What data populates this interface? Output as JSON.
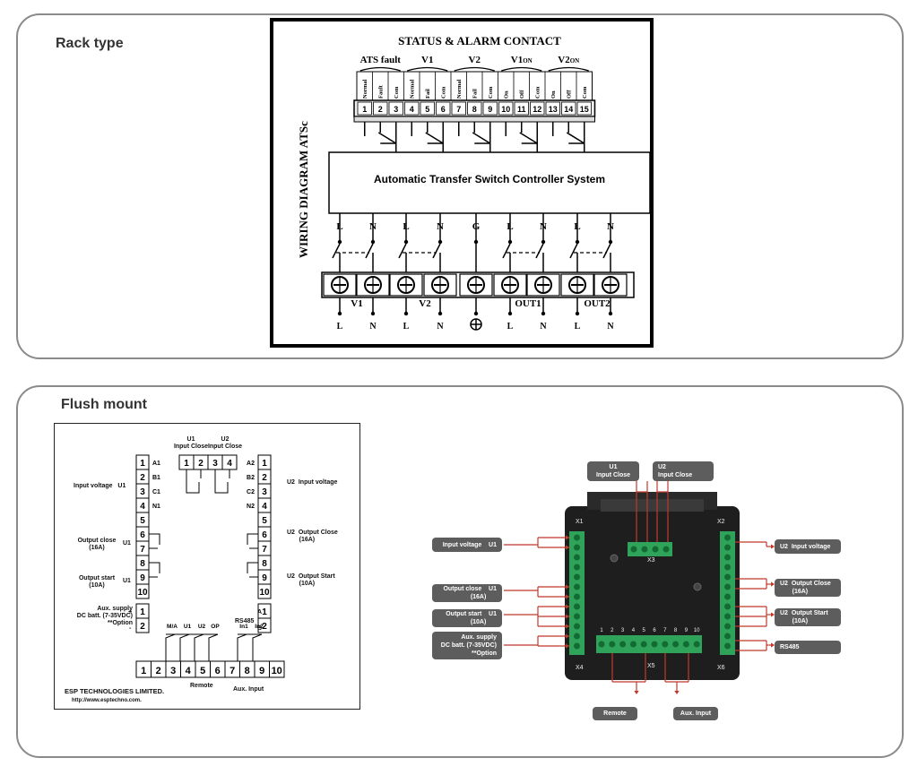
{
  "rack": {
    "section_title": "Rack type",
    "diagram_side_title": "WIRING DIAGRAM ATSc",
    "diagram_title": "STATUS & ALARM CONTACT",
    "groups": [
      "ATS fault",
      "V1",
      "V2",
      "V1ON",
      "V2ON"
    ],
    "contact_labels": [
      "Normal",
      "Fault",
      "Com",
      "Normal",
      "Fail",
      "Com",
      "Normal",
      "Fail",
      "Com",
      "On",
      "Off",
      "Com",
      "On",
      "Off",
      "Com"
    ],
    "terminal_numbers": [
      "1",
      "2",
      "3",
      "4",
      "5",
      "6",
      "7",
      "8",
      "9",
      "10",
      "11",
      "12",
      "13",
      "14",
      "15"
    ],
    "controller_label": "Automatic Transfer Switch Controller System",
    "power_top_labels": [
      "L",
      "N",
      "L",
      "N",
      "G",
      "L",
      "N",
      "L",
      "N"
    ],
    "block_labels": [
      "V1",
      "V2",
      "OUT1",
      "OUT2"
    ],
    "power_bottom_labels": [
      "L",
      "N",
      "L",
      "N",
      "⊕",
      "L",
      "N",
      "L",
      "N"
    ]
  },
  "flush": {
    "section_title": "Flush mount",
    "schematic": {
      "top_labels": [
        {
          "line1": "U1",
          "line2": "Input Close"
        },
        {
          "line1": "U2",
          "line2": "Input Close"
        }
      ],
      "top_terminals": [
        "1",
        "2",
        "3",
        "4"
      ],
      "left_terminals": [
        "1",
        "2",
        "3",
        "4",
        "5",
        "6",
        "7",
        "8",
        "9",
        "10"
      ],
      "left_pins": [
        "A1",
        "B1",
        "C1",
        "N1"
      ],
      "right_terminals": [
        "1",
        "2",
        "3",
        "4",
        "5",
        "6",
        "7",
        "8",
        "9",
        "10"
      ],
      "right_pins": [
        "A2",
        "B2",
        "C2",
        "N2"
      ],
      "left_labels": {
        "input_voltage": "Input voltage",
        "input_voltage_u": "U1",
        "output_close": "Output close",
        "output_close_rating": "(16A)",
        "output_close_u": "U1",
        "output_start": "Output start",
        "output_start_rating": "(10A)",
        "output_start_u": "U1",
        "aux_line1": "Aux. supply",
        "aux_line2": "DC batt. (7-35VDC)",
        "aux_line3": "**Option",
        "plus": "+",
        "minus": "-"
      },
      "right_labels": {
        "input_voltage": "Input voltage",
        "input_voltage_u": "U2",
        "output_close": "Output Close",
        "output_close_rating": "(16A)",
        "output_close_u": "U2",
        "output_start": "Output Start",
        "output_start_rating": "(10A)",
        "output_start_u": "U2",
        "rs485": "RS485",
        "a": "A",
        "b": "B"
      },
      "bottom_aux_labels": [
        "M/A",
        "U1",
        "U2",
        "OP",
        "In1",
        "In2"
      ],
      "bottom_terminals": [
        "1",
        "2",
        "3",
        "4",
        "5",
        "6",
        "7",
        "8",
        "9",
        "10"
      ],
      "remote_label": "Remote",
      "aux_input_label": "Aux. Input",
      "company": "ESP TECHNOLOGIES LIMITED.",
      "website": "http://www.esptechno.com."
    },
    "photo": {
      "callouts": {
        "u1_input_close": [
          "U1",
          "Input Close"
        ],
        "u2_input_close": [
          "U2",
          "Input Close"
        ],
        "input_voltage_u1": "Input voltage    U1",
        "output_close_u1": [
          "Output close    U1",
          "(16A)"
        ],
        "output_start_u1": [
          "Output start    U1",
          "(10A)"
        ],
        "aux_supply": [
          "Aux. supply",
          "DC batt. (7-35VDC)",
          "**Option"
        ],
        "u2_input_voltage": "U2  Input voltage",
        "u2_output_close": [
          "U2  Output Close",
          "(16A)"
        ],
        "u2_output_start": [
          "U2  Output Start",
          "(10A)"
        ],
        "rs485": "RS485",
        "remote": "Remote",
        "aux_input": "Aux. Input"
      },
      "connector_labels": [
        "X1",
        "X2",
        "X3",
        "X4",
        "X5",
        "X6"
      ],
      "x5_pins": [
        "1",
        "2",
        "3",
        "4",
        "5",
        "6",
        "7",
        "8",
        "9",
        "10"
      ]
    }
  },
  "colors": {
    "border": "#8a8a8a",
    "callout": "#5d5d5d",
    "arrow": "#c0392b",
    "terminal_green": "#2fa35a",
    "device_body": "#1c1c1c"
  }
}
